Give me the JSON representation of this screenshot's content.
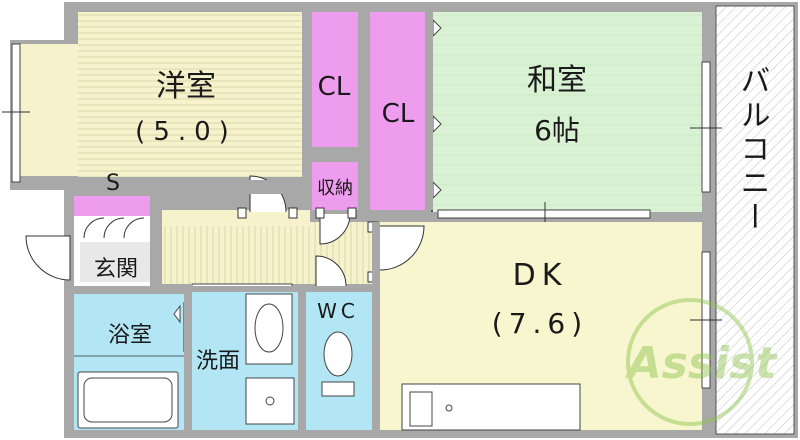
{
  "rooms": {
    "western_room": {
      "name": "洋室",
      "size": "(5.0)"
    },
    "japanese_room": {
      "name": "和室",
      "size": "6帖"
    },
    "dk": {
      "name": "DK",
      "size": "(7.6)"
    },
    "closet_1": "CL",
    "closet_2": "CL",
    "storage": "収納",
    "shoe_storage": "S",
    "entrance": "玄関",
    "bath": "浴室",
    "washroom": "洗面",
    "toilet": "WC",
    "balcony": "バルコニー"
  },
  "watermark": "Assist",
  "colors": {
    "wall": "#a8a8a8",
    "western_room_floor": "#f6f3cc",
    "japanese_room_floor": "#d9f2d4",
    "dk_floor": "#f8f6cf",
    "closet": "#ee9cee",
    "water_area": "#b2e6f4",
    "hall_floor": "#f6f3cc",
    "balcony_floor": "#ffffff",
    "watermark": "#8bc34a"
  }
}
